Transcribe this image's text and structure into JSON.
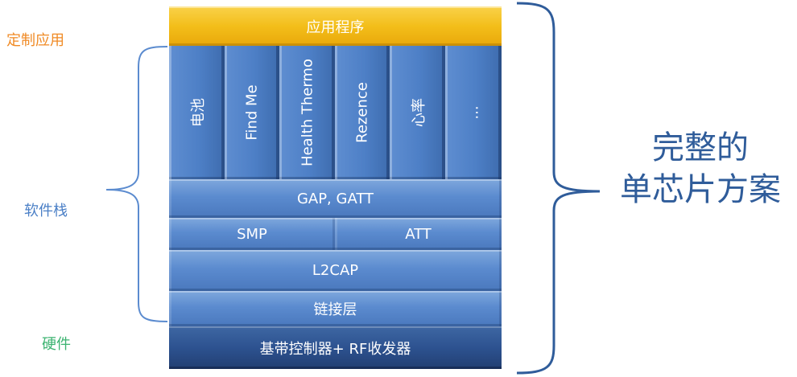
{
  "side_labels": {
    "custom_app": {
      "text": "定制应用",
      "color": "#f08a24"
    },
    "software_stack": {
      "text": "软件栈",
      "color": "#4a7fc6"
    },
    "hardware": {
      "text": "硬件",
      "color": "#3cb371"
    }
  },
  "stack": {
    "application": "应用程序",
    "profiles": [
      "电池",
      "Find Me",
      "Health Thermo",
      "Rezence",
      "心率",
      "..."
    ],
    "gap_gatt": "GAP, GATT",
    "smp": "SMP",
    "att": "ATT",
    "l2cap": "L2CAP",
    "link_layer": "链接层",
    "baseband": "基带控制器+ RF收发器"
  },
  "solution": {
    "line1": "完整的",
    "line2": "单芯片方案"
  }
}
